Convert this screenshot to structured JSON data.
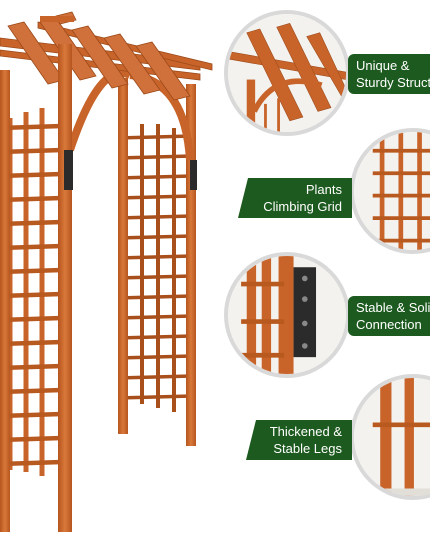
{
  "colors": {
    "wood": "#c8642a",
    "wood_dark": "#9c4a1a",
    "wood_light": "#d98a52",
    "label_green": "#1d5a1f",
    "circle_border": "#d9d9d9",
    "metal": "#2b2b2b"
  },
  "features": [
    {
      "line1": "Unique &",
      "line2": "Sturdy Structure"
    },
    {
      "line1": "Plants",
      "line2": "Climbing Grid"
    },
    {
      "line1": "Stable & Solid",
      "line2": "Connection"
    },
    {
      "line1": "Thickened &",
      "line2": "Stable Legs"
    }
  ],
  "icons": {
    "product": "garden-arbor-image",
    "detail1": "arbor-top-structure-detail",
    "detail2": "lattice-grid-detail",
    "detail3": "metal-bracket-detail",
    "detail4": "wood-leg-detail"
  }
}
